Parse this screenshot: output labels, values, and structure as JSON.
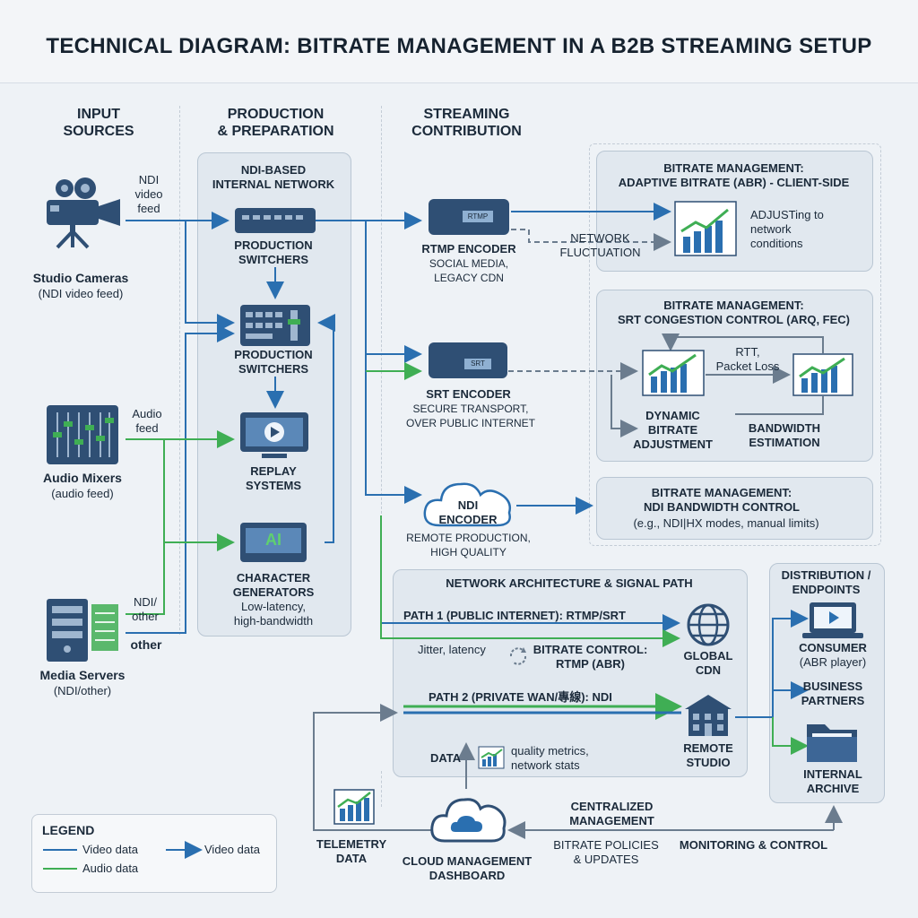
{
  "title": "TECHNICAL DIAGRAM: BITRATE MANAGEMENT IN A B2B STREAMING SETUP",
  "columns": {
    "input": "INPUT\nSOURCES",
    "production": "PRODUCTION\n& PREPARATION",
    "streaming": "STREAMING\nCONTRIBUTION"
  },
  "sources": {
    "cameras": {
      "name": "Studio Cameras",
      "sub": "(NDI video feed)",
      "edge": "NDI\nvideo\nfeed"
    },
    "mixers": {
      "name": "Audio Mixers",
      "sub": "(audio feed)",
      "edge": "Audio\nfeed"
    },
    "servers": {
      "name": "Media Servers",
      "sub": "(NDI/other)",
      "edge1": "NDI/\nother",
      "edge2": "other"
    }
  },
  "production": {
    "network_title": "NDI-BASED\nINTERNAL NETWORK",
    "switcher1": "PRODUCTION\nSWITCHERS",
    "switcher2": "PRODUCTION\nSWITCHERS",
    "replay": "REPLAY\nSYSTEMS",
    "chargen": "CHARACTER\nGENERATORS",
    "chargen_sub": "Low-latency,\nhigh-bandwidth",
    "chargen_badge": "AI"
  },
  "encoders": {
    "rtmp": {
      "title": "RTMP ENCODER",
      "sub": "SOCIAL MEDIA,\nLEGACY CDN",
      "badge": "RTMP"
    },
    "srt": {
      "title": "SRT ENCODER",
      "sub": "SECURE TRANSPORT,\nOVER PUBLIC INTERNET",
      "badge": "SRT"
    },
    "ndi": {
      "title": "NDI\nENCODER",
      "sub": "REMOTE PRODUCTION,\nHIGH QUALITY"
    },
    "fluctuation": "NETWORK\nFLUCTUATION"
  },
  "abr_panel": {
    "title": "BITRATE MANAGEMENT:\nADAPTIVE BITRATE (ABR) - CLIENT-SIDE",
    "note": "ADJUSTing to\nnetwork\nconditions"
  },
  "srt_panel": {
    "title": "BITRATE MANAGEMENT:\nSRT CONGESTION CONTROL (ARQ, FEC)",
    "rtt": "RTT,\nPacket Loss",
    "dynamic": "DYNAMIC\nBITRATE\nADJUSTMENT",
    "estimation": "BANDWIDTH\nESTIMATION"
  },
  "ndi_panel": {
    "title": "BITRATE MANAGEMENT:\nNDI BANDWIDTH CONTROL",
    "sub": "(e.g., NDI|HX modes, manual limits)"
  },
  "network": {
    "title": "NETWORK ARCHITECTURE & SIGNAL PATH",
    "path1": "PATH 1 (PUBLIC INTERNET): RTMP/SRT",
    "jitter": "Jitter, latency",
    "control": "BITRATE CONTROL:\nRTMP (ABR)",
    "cdn": "GLOBAL\nCDN",
    "path2": "PATH 2 (PRIVATE WAN/專線): NDI",
    "remote": "REMOTE\nSTUDIO",
    "data": "DATA",
    "metrics": "quality metrics,\nnetwork stats"
  },
  "distribution": {
    "title": "DISTRIBUTION /\nENDPOINTS",
    "consumer": "CONSUMER",
    "consumer_sub": "(ABR player)",
    "partners": "BUSINESS\nPARTNERS",
    "archive": "INTERNAL\nARCHIVE"
  },
  "bottom": {
    "telemetry": "TELEMETRY\nDATA",
    "dashboard": "CLOUD MANAGEMENT\nDASHBOARD",
    "centralized": "CENTRALIZED\nMANAGEMENT",
    "policies": "BITRATE POLICIES\n& UPDATES",
    "monitoring": "MONITORING & CONTROL"
  },
  "legend": {
    "title": "LEGEND",
    "video1": "Video data",
    "video2": "Video data",
    "audio": "Audio data"
  },
  "colors": {
    "video": "#2a6fb0",
    "audio": "#3fae54",
    "gray": "#6b7c8e",
    "device": "#2f4f74"
  }
}
